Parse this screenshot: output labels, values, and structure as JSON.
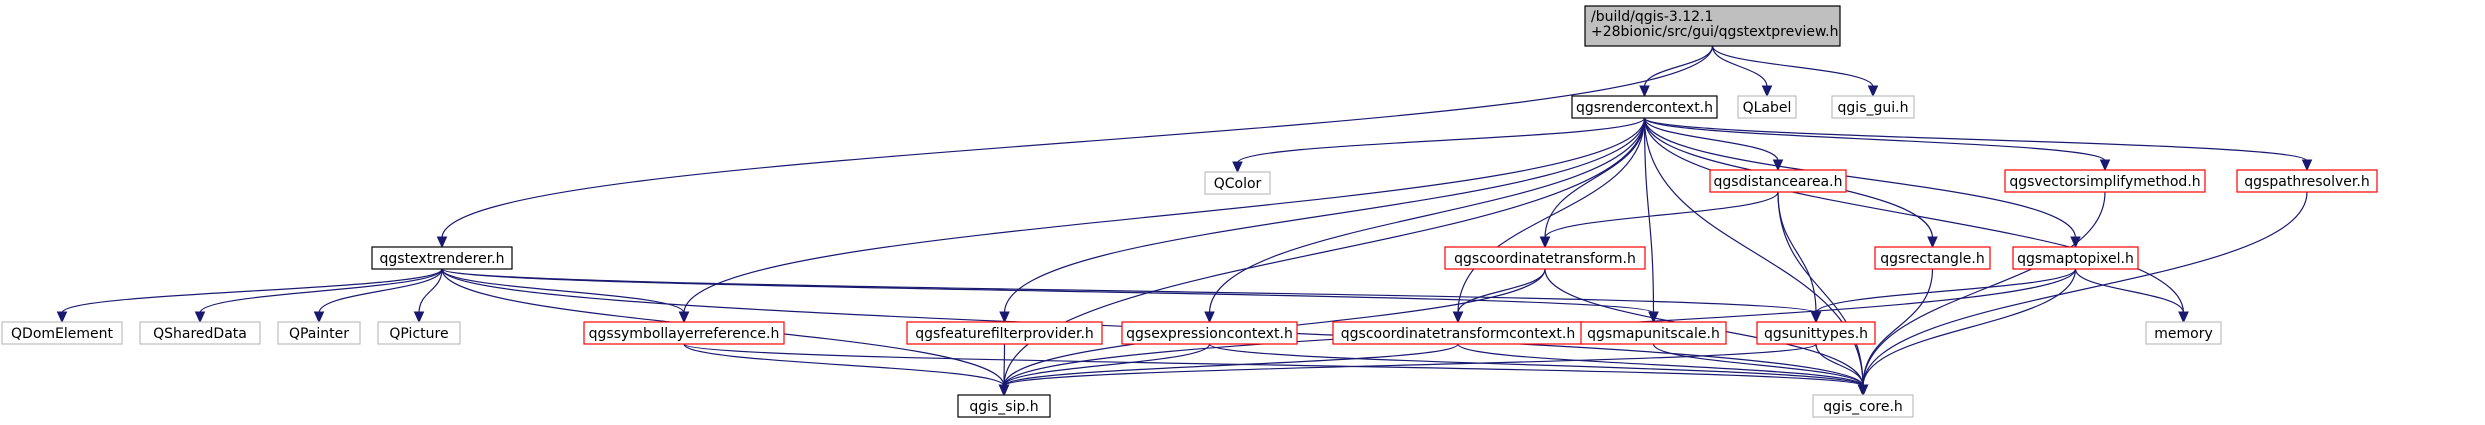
{
  "graph": {
    "nodes": [
      {
        "id": "root",
        "lines": [
          "/build/qgis-3.12.1",
          "+28bionic/src/gui/qgstextpreview.h"
        ],
        "style": "root"
      },
      {
        "id": "qgsrendercontext",
        "lines": [
          "qgsrendercontext.h"
        ],
        "style": "normal"
      },
      {
        "id": "qlabel",
        "lines": [
          "QLabel"
        ],
        "style": "external"
      },
      {
        "id": "qgis_gui",
        "lines": [
          "qgis_gui.h"
        ],
        "style": "external"
      },
      {
        "id": "qcolor",
        "lines": [
          "QColor"
        ],
        "style": "external"
      },
      {
        "id": "qgsdistancearea",
        "lines": [
          "qgsdistancearea.h"
        ],
        "style": "missing"
      },
      {
        "id": "qgsvectorsimplifymethod",
        "lines": [
          "qgsvectorsimplifymethod.h"
        ],
        "style": "missing"
      },
      {
        "id": "qgspathresolver",
        "lines": [
          "qgspathresolver.h"
        ],
        "style": "missing"
      },
      {
        "id": "qgstextrenderer",
        "lines": [
          "qgstextrenderer.h"
        ],
        "style": "normal"
      },
      {
        "id": "qgscoordinatetransform",
        "lines": [
          "qgscoordinatetransform.h"
        ],
        "style": "missing"
      },
      {
        "id": "qgsrectangle",
        "lines": [
          "qgsrectangle.h"
        ],
        "style": "missing"
      },
      {
        "id": "qgsmaptopixel",
        "lines": [
          "qgsmaptopixel.h"
        ],
        "style": "missing"
      },
      {
        "id": "qdomelement",
        "lines": [
          "QDomElement"
        ],
        "style": "external"
      },
      {
        "id": "qshareddata",
        "lines": [
          "QSharedData"
        ],
        "style": "external"
      },
      {
        "id": "qpainter",
        "lines": [
          "QPainter"
        ],
        "style": "external"
      },
      {
        "id": "qpicture",
        "lines": [
          "QPicture"
        ],
        "style": "external"
      },
      {
        "id": "qgssymbollayerreference",
        "lines": [
          "qgssymbollayerreference.h"
        ],
        "style": "missing"
      },
      {
        "id": "qgsfeaturefilterprovider",
        "lines": [
          "qgsfeaturefilterprovider.h"
        ],
        "style": "missing"
      },
      {
        "id": "qgsexpressioncontext",
        "lines": [
          "qgsexpressioncontext.h"
        ],
        "style": "missing"
      },
      {
        "id": "qgscoordinatetransformcontext",
        "lines": [
          "qgscoordinatetransformcontext.h"
        ],
        "style": "missing"
      },
      {
        "id": "qgsmapunitscale",
        "lines": [
          "qgsmapunitscale.h"
        ],
        "style": "missing"
      },
      {
        "id": "qgsunittypes",
        "lines": [
          "qgsunittypes.h"
        ],
        "style": "missing"
      },
      {
        "id": "memory",
        "lines": [
          "memory"
        ],
        "style": "external"
      },
      {
        "id": "qgis_sip",
        "lines": [
          "qgis_sip.h"
        ],
        "style": "normal"
      },
      {
        "id": "qgis_core",
        "lines": [
          "qgis_core.h"
        ],
        "style": "external"
      }
    ],
    "edges": [
      [
        "root",
        "qgsrendercontext"
      ],
      [
        "root",
        "qlabel"
      ],
      [
        "root",
        "qgis_gui"
      ],
      [
        "root",
        "qgstextrenderer"
      ],
      [
        "qgsrendercontext",
        "qcolor"
      ],
      [
        "qgsrendercontext",
        "qgsdistancearea"
      ],
      [
        "qgsrendercontext",
        "qgsvectorsimplifymethod"
      ],
      [
        "qgsrendercontext",
        "qgspathresolver"
      ],
      [
        "qgsrendercontext",
        "qgscoordinatetransform"
      ],
      [
        "qgsrendercontext",
        "qgsrectangle"
      ],
      [
        "qgsrendercontext",
        "qgsmaptopixel"
      ],
      [
        "qgsrendercontext",
        "memory"
      ],
      [
        "qgsrendercontext",
        "qgssymbollayerreference"
      ],
      [
        "qgsrendercontext",
        "qgsfeaturefilterprovider"
      ],
      [
        "qgsrendercontext",
        "qgsexpressioncontext"
      ],
      [
        "qgsrendercontext",
        "qgscoordinatetransformcontext"
      ],
      [
        "qgsrendercontext",
        "qgsmapunitscale"
      ],
      [
        "qgsrendercontext",
        "qgis_sip"
      ],
      [
        "qgsrendercontext",
        "qgis_core"
      ],
      [
        "qgstextrenderer",
        "qdomelement"
      ],
      [
        "qgstextrenderer",
        "qshareddata"
      ],
      [
        "qgstextrenderer",
        "qpainter"
      ],
      [
        "qgstextrenderer",
        "qpicture"
      ],
      [
        "qgstextrenderer",
        "qgssymbollayerreference"
      ],
      [
        "qgstextrenderer",
        "qgsmapunitscale"
      ],
      [
        "qgstextrenderer",
        "qgsunittypes"
      ],
      [
        "qgstextrenderer",
        "qgis_sip"
      ],
      [
        "qgstextrenderer",
        "qgis_core"
      ],
      [
        "qgsdistancearea",
        "qgscoordinatetransform"
      ],
      [
        "qgsdistancearea",
        "qgsunittypes"
      ],
      [
        "qgsdistancearea",
        "qgis_core"
      ],
      [
        "qgsvectorsimplifymethod",
        "qgis_core"
      ],
      [
        "qgspathresolver",
        "qgis_core"
      ],
      [
        "qgscoordinatetransform",
        "qgscoordinatetransformcontext"
      ],
      [
        "qgscoordinatetransform",
        "qgis_sip"
      ],
      [
        "qgscoordinatetransform",
        "qgis_core"
      ],
      [
        "qgsrectangle",
        "qgis_core"
      ],
      [
        "qgsmaptopixel",
        "qgsunittypes"
      ],
      [
        "qgsmaptopixel",
        "memory"
      ],
      [
        "qgsmaptopixel",
        "qgis_sip"
      ],
      [
        "qgsmaptopixel",
        "qgis_core"
      ],
      [
        "qgssymbollayerreference",
        "qgis_sip"
      ],
      [
        "qgssymbollayerreference",
        "qgis_core"
      ],
      [
        "qgsfeaturefilterprovider",
        "qgis_sip"
      ],
      [
        "qgsexpressioncontext",
        "qgis_sip"
      ],
      [
        "qgsexpressioncontext",
        "qgis_core"
      ],
      [
        "qgscoordinatetransformcontext",
        "qgis_sip"
      ],
      [
        "qgscoordinatetransformcontext",
        "qgis_core"
      ],
      [
        "qgsmapunitscale",
        "qgis_core"
      ],
      [
        "qgsunittypes",
        "qgis_sip"
      ],
      [
        "qgsunittypes",
        "qgis_core"
      ]
    ]
  },
  "colors": {
    "edge": "#191970",
    "normal_border": "#000000",
    "missing_border": "#ff0000",
    "external_border": "#bfbfbf",
    "root_fill": "#bfbfbf",
    "text": "#000000"
  }
}
